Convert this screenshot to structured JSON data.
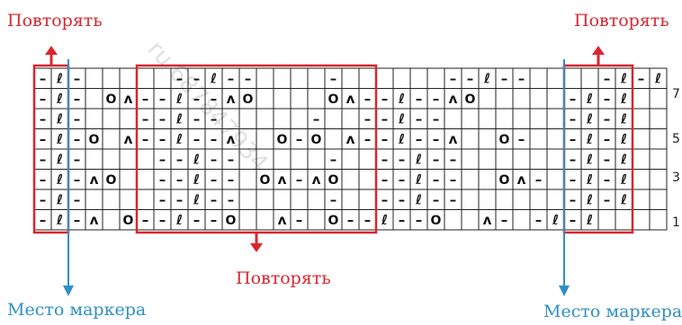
{
  "labels": {
    "repeat_top_left": "Повторять",
    "repeat_top_right": "Повторять",
    "repeat_bottom": "Повторять",
    "marker_left": "Место маркера",
    "marker_right": "Место маркера"
  },
  "watermark": "ru 687847934",
  "row_numbers": [
    "7",
    "5",
    "3",
    "1"
  ],
  "colors": {
    "red": "#d8262e",
    "blue": "#2f8fc3",
    "grid": "#222222"
  },
  "legend_symbols": {
    "purl": "–",
    "twisted_knit": "ℓ",
    "yarn_over": "O",
    "decrease": "ʌ"
  },
  "chart_data": {
    "type": "table",
    "columns": 37,
    "rows_top_to_bottom": [
      [
        "–",
        "ℓ",
        "–",
        "",
        "",
        "",
        "",
        "",
        "–",
        "–",
        "ℓ",
        "–",
        "–",
        "",
        "",
        "",
        "",
        "–",
        "",
        "",
        "",
        "",
        "",
        "",
        "–",
        "–",
        "ℓ",
        "–",
        "–",
        "",
        "",
        "",
        "",
        "–",
        "ℓ",
        "–",
        "ℓ"
      ],
      [
        "–",
        "ℓ",
        "–",
        "",
        "O",
        "ʌ",
        "–",
        "–",
        "ℓ",
        "–",
        "–",
        "ʌ",
        "O",
        "",
        "",
        "",
        "",
        "O",
        "ʌ",
        "–",
        "–",
        "ℓ",
        "–",
        "–",
        "ʌ",
        "O",
        "",
        "",
        "",
        "",
        "",
        "–",
        "ℓ",
        "–",
        "ℓ",
        "",
        ""
      ],
      [
        "–",
        "ℓ",
        "–",
        "",
        "",
        "",
        "–",
        "–",
        "ℓ",
        "–",
        "–",
        "",
        "",
        "",
        "",
        "",
        "–",
        "",
        "",
        "–",
        "–",
        "ℓ",
        "–",
        "–",
        "",
        "",
        "",
        "",
        "",
        "",
        "",
        "–",
        "ℓ",
        "–",
        "ℓ",
        "",
        ""
      ],
      [
        "–",
        "ℓ",
        "–",
        "O",
        "",
        "ʌ",
        "–",
        "–",
        "ℓ",
        "–",
        "–",
        "ʌ",
        "",
        "",
        "O",
        "–",
        "O",
        "",
        "ʌ",
        "–",
        "–",
        "ℓ",
        "–",
        "–",
        "ʌ",
        "",
        "",
        "O",
        "–",
        "",
        "",
        "–",
        "ℓ",
        "–",
        "ℓ",
        "",
        ""
      ],
      [
        "–",
        "ℓ",
        "–",
        "",
        "",
        "",
        "",
        "–",
        "–",
        "ℓ",
        "–",
        "–",
        "",
        "",
        "",
        "",
        "",
        "–",
        "",
        "",
        "–",
        "–",
        "ℓ",
        "–",
        "–",
        "",
        "",
        "",
        "",
        "",
        "",
        "–",
        "ℓ",
        "–",
        "ℓ",
        "",
        ""
      ],
      [
        "–",
        "ℓ",
        "–",
        "ʌ",
        "O",
        "",
        "",
        "–",
        "–",
        "ℓ",
        "–",
        "–",
        "",
        "O",
        "ʌ",
        "–",
        "ʌ",
        "O",
        "",
        "",
        "–",
        "–",
        "ℓ",
        "–",
        "–",
        "",
        "",
        "O",
        "ʌ",
        "–",
        "",
        "–",
        "ℓ",
        "–",
        "ℓ",
        "",
        ""
      ],
      [
        "–",
        "ℓ",
        "–",
        "",
        "",
        "",
        "",
        "–",
        "–",
        "ℓ",
        "–",
        "–",
        "",
        "",
        "",
        "",
        "",
        "–",
        "",
        "",
        "–",
        "–",
        "ℓ",
        "–",
        "–",
        "",
        "",
        "",
        "",
        "",
        "",
        "–",
        "ℓ",
        "–",
        "ℓ",
        "",
        ""
      ],
      [
        "–",
        "ℓ",
        "–",
        "ʌ",
        "",
        "O",
        "–",
        "–",
        "ℓ",
        "–",
        "–",
        "O",
        "",
        "",
        "ʌ",
        "–",
        "",
        "O",
        "–",
        "–",
        "ℓ",
        "–",
        "–",
        "O",
        "",
        "",
        "ʌ",
        "–",
        "",
        "–",
        "ℓ",
        "–",
        "ℓ",
        "",
        "",
        "",
        ""
      ]
    ],
    "repeat_blocks": [
      "left edge",
      "center",
      "right edge"
    ],
    "marker_positions": [
      "left",
      "right"
    ]
  }
}
